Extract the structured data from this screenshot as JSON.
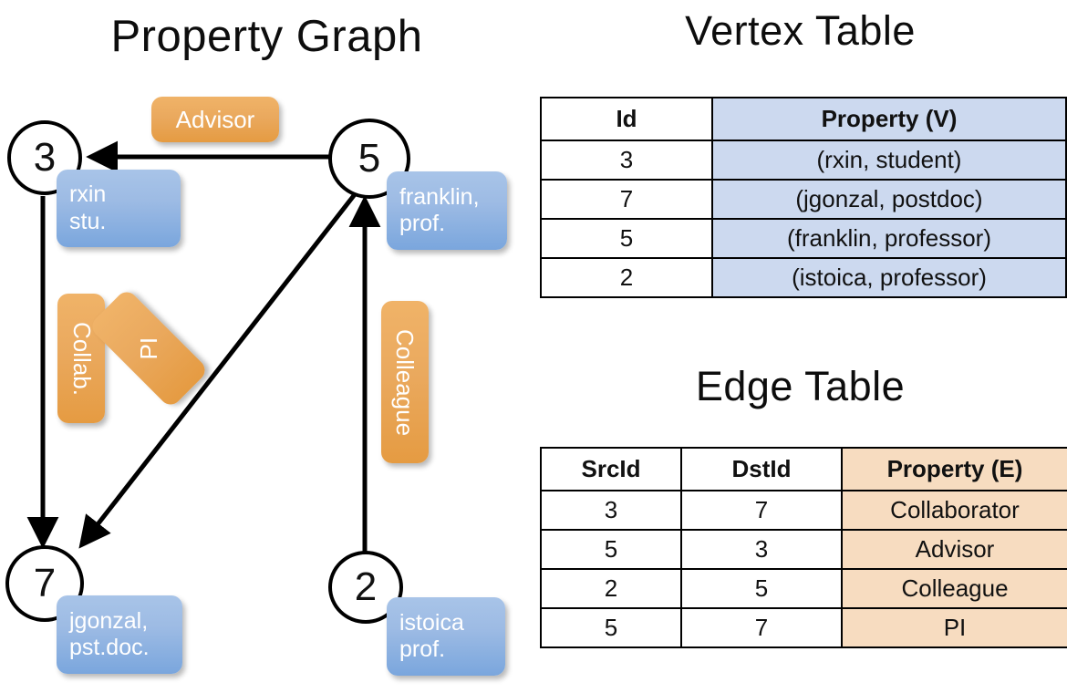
{
  "titles": {
    "graph": "Property Graph",
    "vertex_table": "Vertex Table",
    "edge_table": "Edge Table"
  },
  "graph": {
    "nodes": [
      {
        "id": "3",
        "property_line1": "rxin",
        "property_line2": "stu."
      },
      {
        "id": "5",
        "property_line1": "franklin,",
        "property_line2": "prof."
      },
      {
        "id": "7",
        "property_line1": "jgonzal,",
        "property_line2": "pst.doc."
      },
      {
        "id": "2",
        "property_line1": "istoica",
        "property_line2": "prof."
      }
    ],
    "edge_labels": [
      {
        "text": "Advisor",
        "orientation": "horizontal"
      },
      {
        "text": "Collab.",
        "orientation": "vertical"
      },
      {
        "text": "PI",
        "orientation": "diagonal"
      },
      {
        "text": "Colleague",
        "orientation": "vertical"
      }
    ],
    "edges": [
      {
        "src": "5",
        "dst": "3",
        "label": "Advisor"
      },
      {
        "src": "3",
        "dst": "7",
        "label": "Collab."
      },
      {
        "src": "5",
        "dst": "7",
        "label": "PI"
      },
      {
        "src": "2",
        "dst": "5",
        "label": "Colleague"
      }
    ]
  },
  "vertex_table": {
    "headers": [
      "Id",
      "Property (V)"
    ],
    "rows": [
      {
        "id": "3",
        "property": "(rxin, student)"
      },
      {
        "id": "7",
        "property": "(jgonzal, postdoc)"
      },
      {
        "id": "5",
        "property": "(franklin, professor)"
      },
      {
        "id": "2",
        "property": "(istoica, professor)"
      }
    ]
  },
  "edge_table": {
    "headers": [
      "SrcId",
      "DstId",
      "Property (E)"
    ],
    "rows": [
      {
        "src": "3",
        "dst": "7",
        "property": "Collaborator"
      },
      {
        "src": "5",
        "dst": "3",
        "property": "Advisor"
      },
      {
        "src": "2",
        "dst": "5",
        "property": "Colleague"
      },
      {
        "src": "5",
        "dst": "7",
        "property": "PI"
      }
    ]
  },
  "colors": {
    "vertex_box": "#9dbbe4",
    "edge_box": "#eaa95e",
    "vertex_table_cell": "#ccd9ef",
    "edge_table_cell": "#f7dcc0",
    "stroke": "#000000"
  }
}
